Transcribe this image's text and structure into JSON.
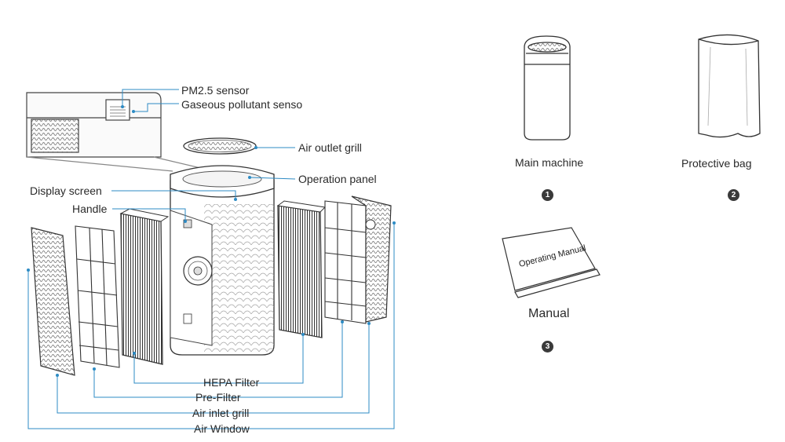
{
  "callouts": {
    "pm25_sensor": "PM2.5 sensor",
    "gaseous_sensor": "Gaseous pollutant senso",
    "air_outlet_grill": "Air outlet grill",
    "operation_panel": "Operation panel",
    "display_screen": "Display screen",
    "handle": "Handle",
    "hepa_filter": "HEPA Filter",
    "pre_filter": "Pre-Filter",
    "air_inlet_grill": "Air inlet grill",
    "air_window": "Air Window"
  },
  "package": {
    "items": [
      {
        "label": "Main machine",
        "number": "1",
        "icon": "purifier-icon"
      },
      {
        "label": "Protective bag",
        "number": "2",
        "icon": "bag-icon"
      },
      {
        "label": "Manual",
        "number": "3",
        "icon": "manual-icon"
      }
    ],
    "manual_cover_text": "Operating Manual"
  },
  "colors": {
    "callout_line": "#2d8bc4",
    "line_art": "#444444",
    "badge": "#3a3a3a"
  }
}
